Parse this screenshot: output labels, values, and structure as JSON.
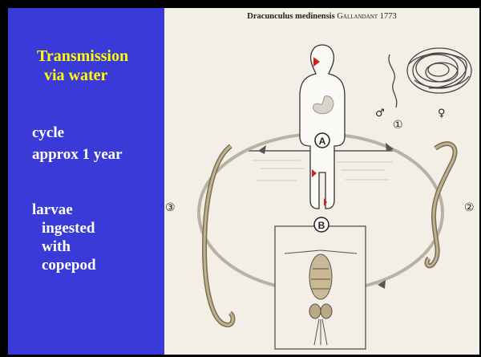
{
  "left_panel": {
    "bg_color": "#3a3ad8",
    "title_color": "#ffff00",
    "title_lines": [
      "Transmission",
      "via water"
    ],
    "cycle_lines": [
      "cycle",
      "approx 1 year"
    ],
    "larvae_lines": [
      "larvae",
      "ingested",
      "with",
      "copepod"
    ]
  },
  "figure": {
    "species": "Dracunculus medinensis",
    "author": "Gallandant 1773",
    "label_a": "A",
    "label_b": "B",
    "stage_1": "①",
    "stage_2": "②",
    "stage_3": "③",
    "male_symbol": "♂",
    "female_symbol": "♀"
  }
}
